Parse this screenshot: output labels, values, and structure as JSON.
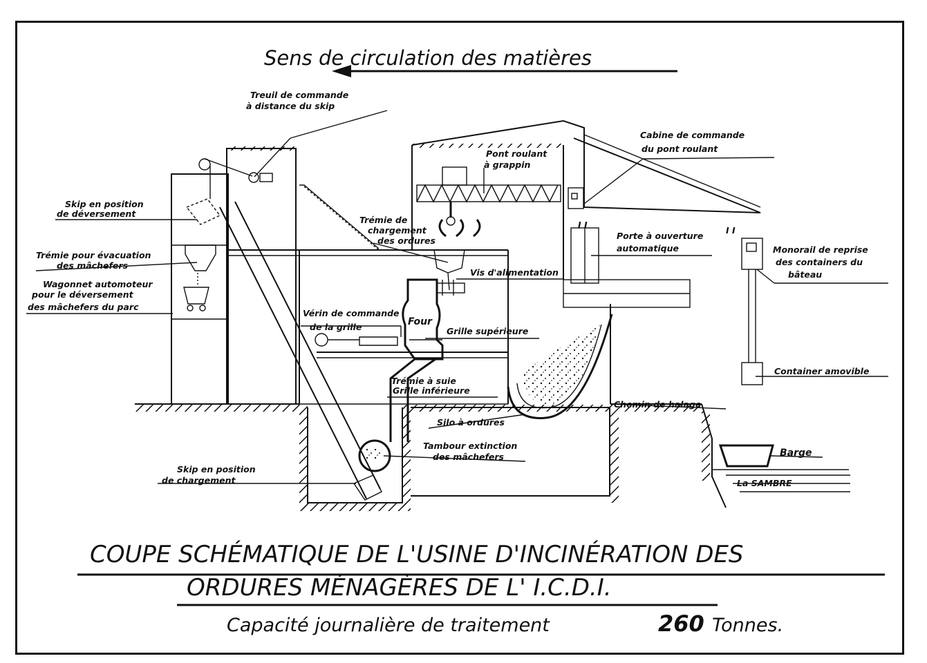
{
  "header": {
    "direction_label": "Sens de circulation des matières"
  },
  "labels": {
    "treuil": [
      "Treuil de commande",
      "à distance du skip"
    ],
    "skip_deversement": [
      "Skip en position",
      "de déversement"
    ],
    "tremie_evacuation": [
      "Trémie pour évacuation",
      "des mâchefers"
    ],
    "wagonnet": [
      "Wagonnet automoteur",
      "pour le déversement",
      "des mâchefers du parc"
    ],
    "tremie_chargement": [
      "Trémie de",
      "chargement",
      "des ordures"
    ],
    "pont_roulant": [
      "Pont roulant",
      "à grappin"
    ],
    "cabine": [
      "Cabine de commande",
      "du pont roulant"
    ],
    "porte": [
      "Porte à ouverture",
      "automatique"
    ],
    "monorail": [
      "Monorail de reprise",
      "des containers du",
      "bâteau"
    ],
    "vis": "Vis d'alimentation",
    "verin": [
      "Vérin de commande",
      "de la grille"
    ],
    "four": "Four",
    "grille_sup": "Grille supérieure",
    "tremie_suie": [
      "Trémie à suie",
      "Grille inférieure"
    ],
    "container": "Container amovible",
    "chemin": "Chemin de halage",
    "silo": "Silo à ordures",
    "tambour": [
      "Tambour extinction",
      "des mâchefers"
    ],
    "skip_chargement": [
      "Skip en position",
      "de chargement"
    ],
    "barge": "Barge",
    "river": "La SAMBRE"
  },
  "title": {
    "line1": "COUPE SCHÉMATIQUE DE L'USINE D'INCINÉRATION DES",
    "line2": "ORDURES MÉNAGÈRES DE L' I.C.D.I.",
    "capacity_prefix": "Capacité journalière de traitement",
    "capacity_value": "260",
    "capacity_unit": "Tonnes."
  }
}
